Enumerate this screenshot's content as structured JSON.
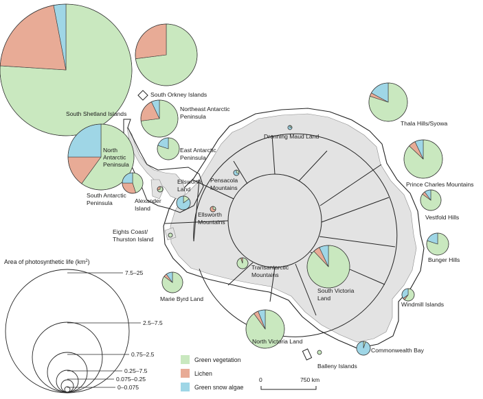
{
  "colors": {
    "green_vegetation": "#c9e8bf",
    "lichen": "#e8ab96",
    "green_snow_algae": "#9fd6e6",
    "land": "#e3e3e3",
    "stroke": "#222222"
  },
  "regions": [
    {
      "name": "South Shetland Islands",
      "size_class": "7.5–25",
      "fractions": [
        0.76,
        0.21,
        0.03
      ]
    },
    {
      "name": "South Orkney Islands",
      "size_class": "7.5–25",
      "fractions": [
        0.73,
        0.27,
        0.0
      ]
    },
    {
      "name": "Northeast Antarctic Peninsula",
      "size_class": "0.75–2.5",
      "fractions": [
        0.73,
        0.2,
        0.07
      ]
    },
    {
      "name": "East Antarctic Peninsula",
      "size_class": "0.25–7.5",
      "fractions": [
        0.8,
        0.0,
        0.2
      ]
    },
    {
      "name": "North Antarctic Peninsula",
      "size_class": "2.5–7.5",
      "fractions": [
        0.6,
        0.15,
        0.25
      ]
    },
    {
      "name": "South Antarctic Peninsula",
      "size_class": "0.25–7.5",
      "fractions": [
        0.45,
        0.3,
        0.25
      ]
    },
    {
      "name": "Alexander Island",
      "size_class": "0.075–0.25",
      "fractions": [
        0.7,
        0.3,
        0.0
      ]
    },
    {
      "name": "Ellsworth Land",
      "size_class": "0.075–0.25",
      "fractions": [
        0.15,
        0.0,
        0.85
      ]
    },
    {
      "name": "Pensacola Mountains",
      "size_class": "0–0.075",
      "fractions": [
        0.3,
        0.0,
        0.7
      ]
    },
    {
      "name": "Ellsworth Mountains",
      "size_class": "0–0.075",
      "fractions": [
        0.3,
        0.7,
        0.0
      ]
    },
    {
      "name": "Eights Coast/ Thurston Island",
      "size_class": "0–0.075",
      "fractions": [
        1.0,
        0.0,
        0.0
      ]
    },
    {
      "name": "Marie Byrd Land",
      "size_class": "0.25–7.5",
      "fractions": [
        0.85,
        0.05,
        0.1
      ]
    },
    {
      "name": "Transantarctic Mountains",
      "size_class": "0.075–0.25",
      "fractions": [
        0.95,
        0.05,
        0.0
      ]
    },
    {
      "name": "South Victoria Land",
      "size_class": "0.75–2.5",
      "fractions": [
        0.88,
        0.05,
        0.07
      ]
    },
    {
      "name": "North Victoria Land",
      "size_class": "0.75–2.5",
      "fractions": [
        0.9,
        0.04,
        0.06
      ]
    },
    {
      "name": "Balleny Islands",
      "size_class": "0–0.075",
      "fractions": [
        1.0,
        0.0,
        0.0
      ]
    },
    {
      "name": "Commonwealth Bay",
      "size_class": "0.075–0.25",
      "fractions": [
        0.05,
        0.0,
        0.95
      ]
    },
    {
      "name": "Windmill Islands",
      "size_class": "0.075–0.25",
      "fractions": [
        0.6,
        0.05,
        0.35
      ]
    },
    {
      "name": "Bunger Hills",
      "size_class": "0.25–7.5",
      "fractions": [
        0.8,
        0.0,
        0.2
      ]
    },
    {
      "name": "Vestfold Hills",
      "size_class": "0.25–7.5",
      "fractions": [
        0.85,
        0.05,
        0.1
      ]
    },
    {
      "name": "Prince Charles Mountains",
      "size_class": "0.75–2.5",
      "fractions": [
        0.87,
        0.06,
        0.07
      ]
    },
    {
      "name": "Thala Hills/Syowa",
      "size_class": "0.75–2.5",
      "fractions": [
        0.8,
        0.03,
        0.17
      ]
    },
    {
      "name": "Dronning Maud Land",
      "size_class": "0–0.075",
      "fractions": [
        0.2,
        0.0,
        0.8
      ]
    }
  ],
  "legend": {
    "size_title": "Area of photosynthetic life (km",
    "size_title_sup": "2",
    "size_title_end": ")",
    "size_classes": [
      "7.5–25",
      "2.5–7.5",
      "0.75–2.5",
      "0.25–7.5",
      "0.075–0.25",
      "0–0.075"
    ],
    "categories": [
      "Green vegetation",
      "Lichen",
      "Green snow algae"
    ]
  },
  "scale_bar": {
    "start": "0",
    "end": "750 km"
  }
}
